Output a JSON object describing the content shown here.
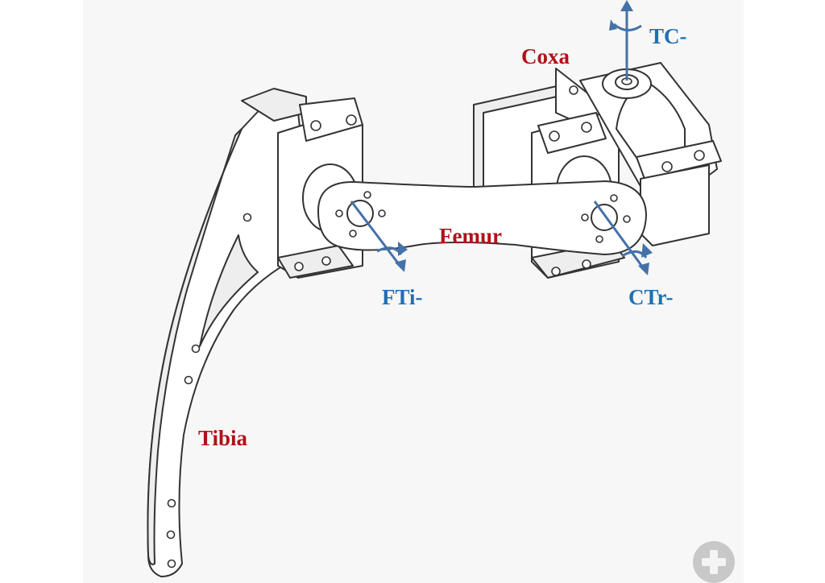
{
  "labels": {
    "coxa": "Coxa",
    "femur": "Femur",
    "tibia": "Tibia"
  },
  "axes": {
    "tc": "TC-",
    "fti": "FTi-",
    "ctr": "CTr-"
  },
  "colors": {
    "part_label": "#b01218",
    "axis_label": "#1f6fb5",
    "axis_arrow": "#4472a8"
  },
  "icons": {
    "zoom": "zoom-plus-icon"
  }
}
